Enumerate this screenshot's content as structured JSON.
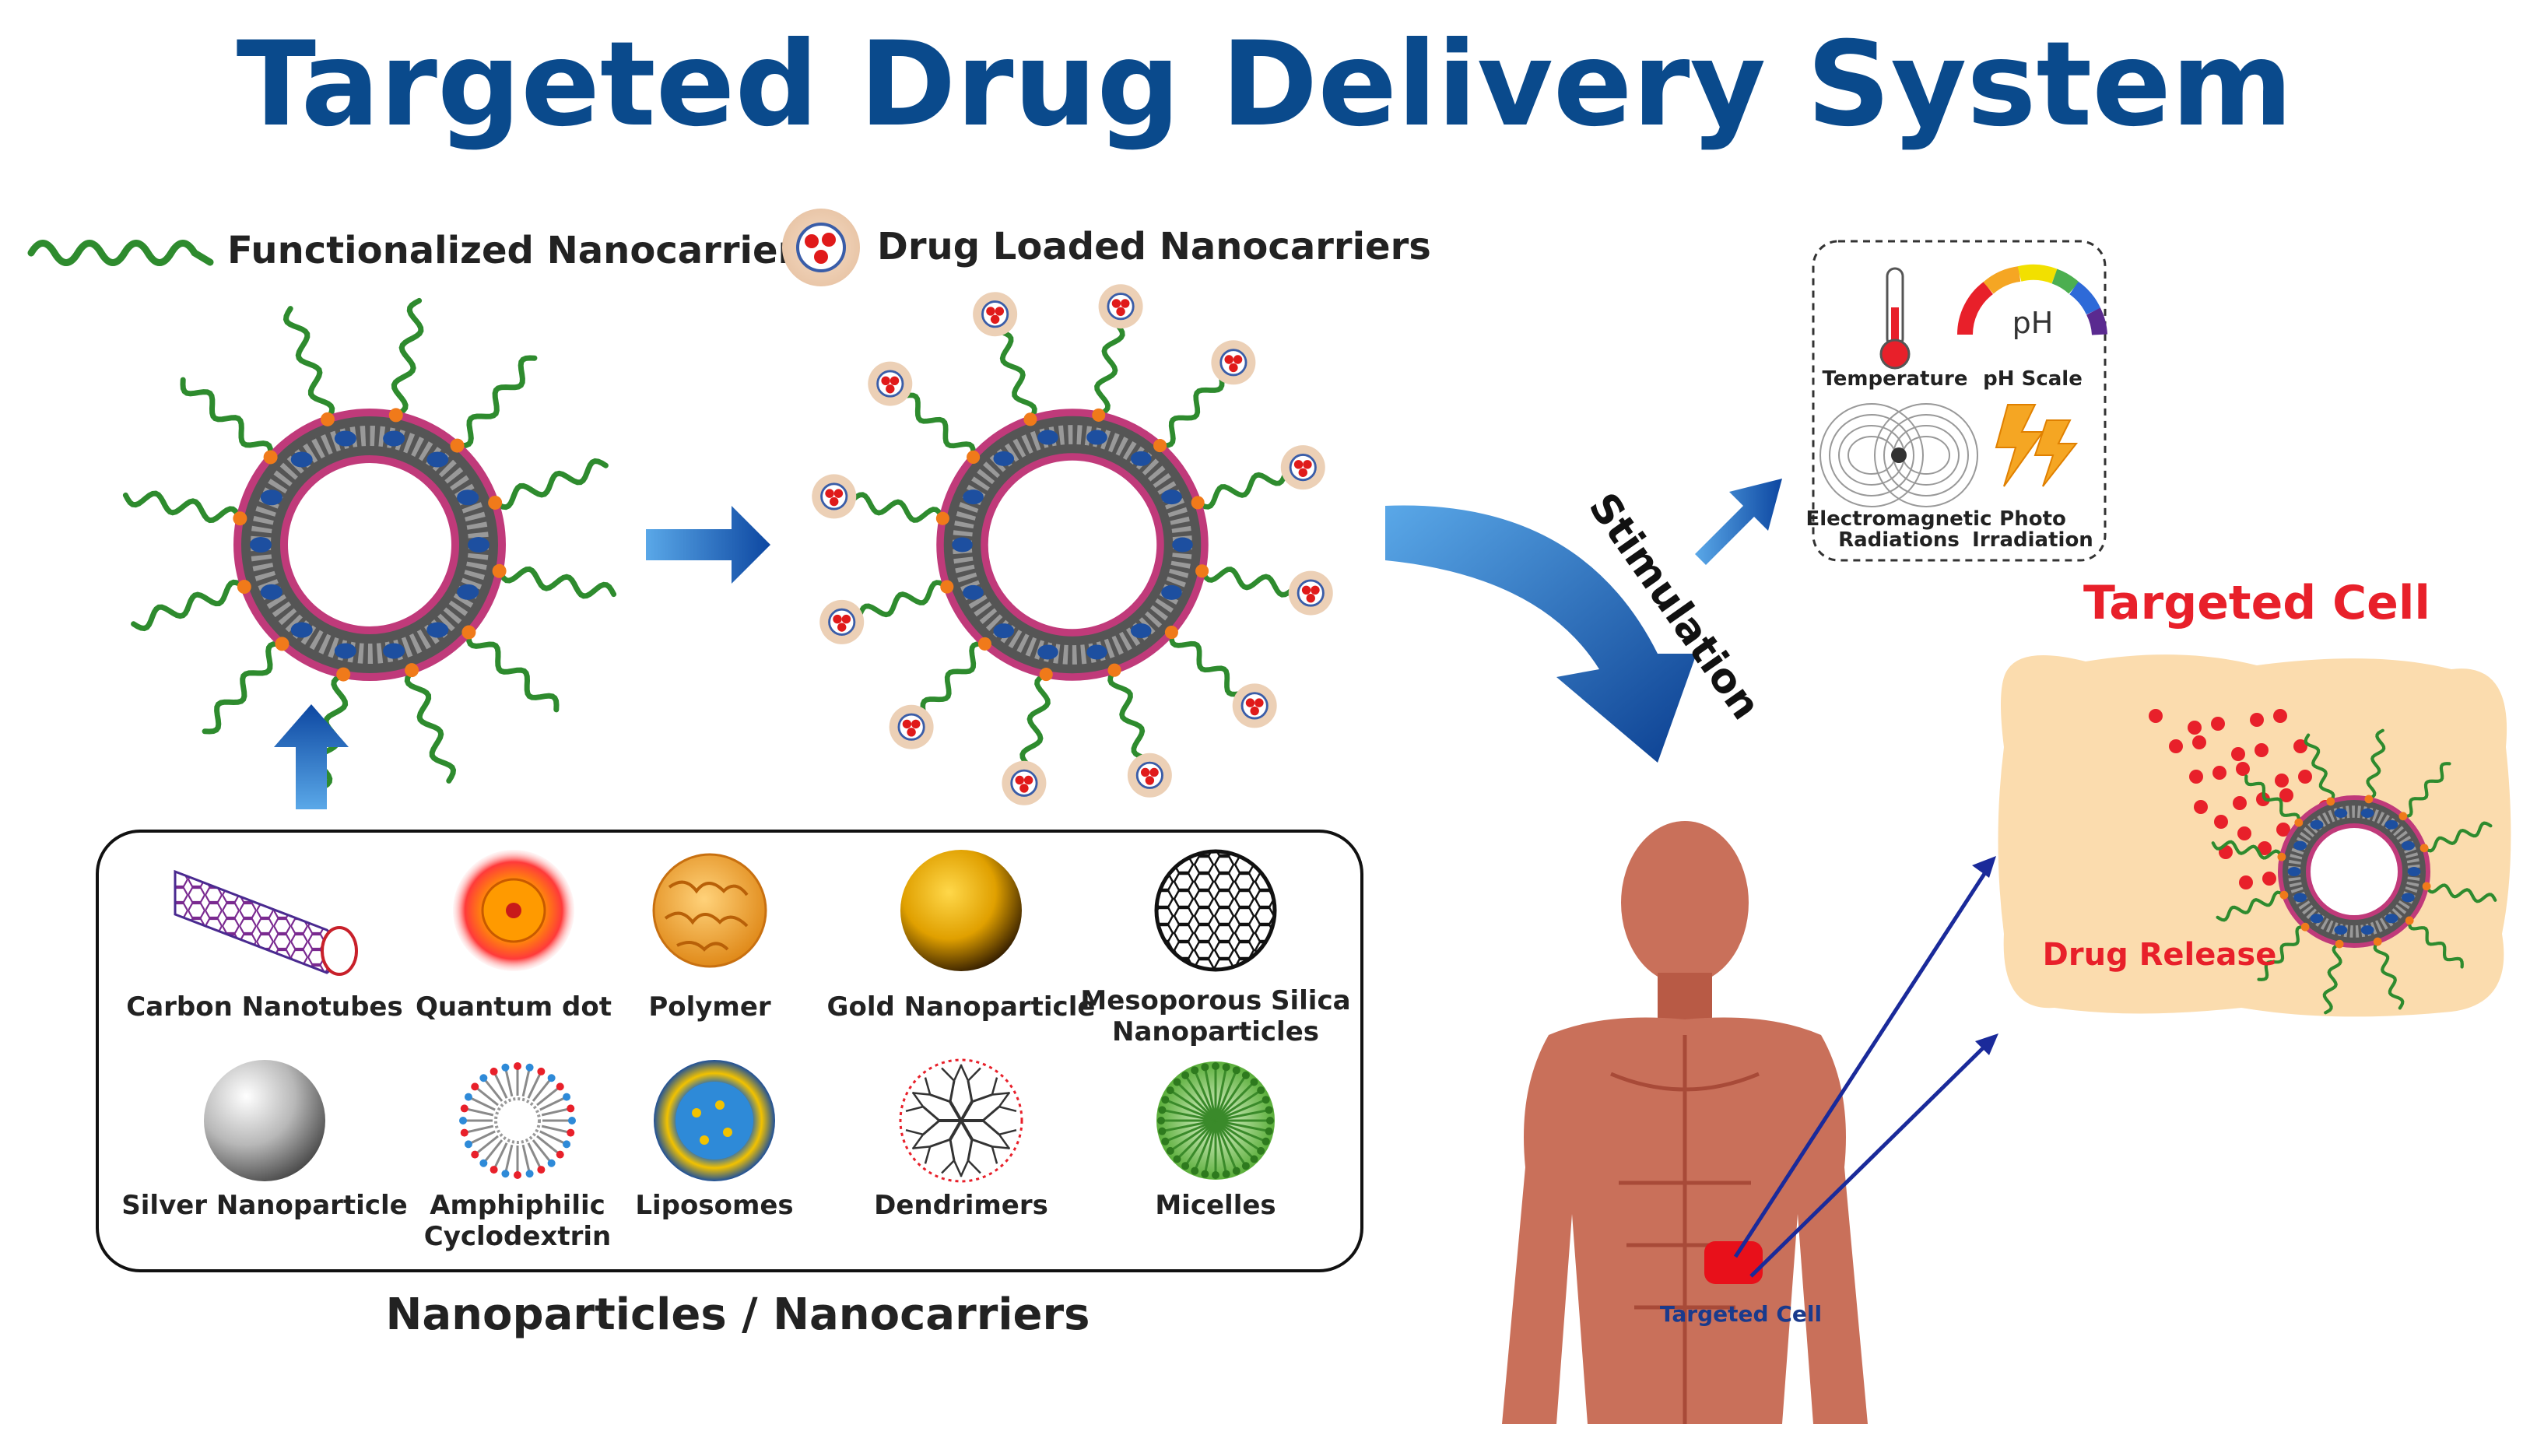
{
  "title": "Targeted Drug Delivery System",
  "legend": {
    "functionalized": "Functionalized Nanocarriers",
    "drug_loaded": "Drug Loaded Nanocarriers"
  },
  "stimulation_label": "Stimulation",
  "stimuli": {
    "temperature": "Temperature",
    "ph_scale": "pH Scale",
    "ph_symbol": "pH",
    "electromagnetic_1": "Electromagnetic",
    "electromagnetic_2": "Radiations",
    "photo_1": "Photo",
    "photo_2": "Irradiation"
  },
  "nanoparticles": {
    "carbon_nanotubes": "Carbon Nanotubes",
    "quantum_dot": "Quantum dot",
    "polymer": "Polymer",
    "gold": "Gold Nanoparticle",
    "mesoporous_1": "Mesoporous Silica",
    "mesoporous_2": "Nanoparticles",
    "silver": "Silver Nanoparticle",
    "amphiphilic_1": "Amphiphilic",
    "amphiphilic_2": "Cyclodextrin",
    "liposomes": "Liposomes",
    "dendrimers": "Dendrimers",
    "micelles": "Micelles",
    "caption": "Nanoparticles / Nanocarriers"
  },
  "targeted_cell_title": "Targeted Cell",
  "drug_release": "Drug Release",
  "targeted_cell_small": "Targeted Cell",
  "colors": {
    "title_blue": "#0a4a8c",
    "arrow_blue": "#1560bd",
    "strand_green": "#2e8b2e",
    "label_red": "#e8202a",
    "cell_background": "#fbdcae",
    "skin": "#c9705a"
  }
}
